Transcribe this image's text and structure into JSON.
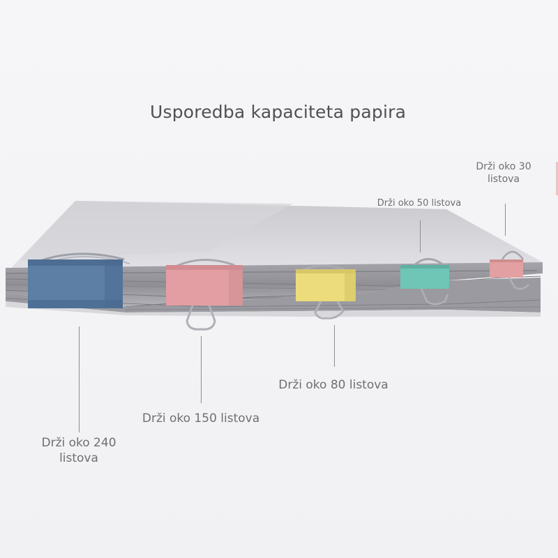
{
  "title": "Usporedba kapaciteta papira",
  "labels": {
    "clip_240": "Drži oko 240 listova",
    "clip_150": "Drži oko 150 listova",
    "clip_80": "Drži oko 80 listova",
    "clip_50": "Drži oko 50 listova",
    "clip_30": "Drži oko 30 listova"
  },
  "clip_colors": {
    "blue": "#5d7fa6",
    "pink": "#e39ea3",
    "yellow": "#ecdc7b",
    "teal": "#6fc5b6",
    "rose": "#e2a0a2"
  }
}
